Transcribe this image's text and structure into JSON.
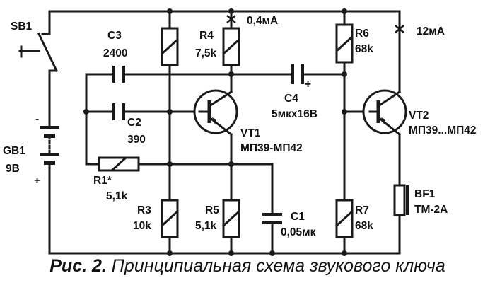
{
  "components": {
    "sb1": "SB1",
    "gb1": "GB1",
    "gb1_voltage": "9В",
    "c3": "C3",
    "c3_value": "2400",
    "c2": "C2",
    "c2_value": "390",
    "r1": "R1*",
    "r1_value": "5,1k",
    "r3": "R3",
    "r3_value": "10k",
    "r4": "R4",
    "r4_value": "7,5k",
    "r5": "R5",
    "r5_value": "5,1k",
    "c1": "C1",
    "c1_value": "0,05мк",
    "vt1": "VT1",
    "vt1_type": "МП39-МП42",
    "c4": "C4",
    "c4_value": "5мкх16В",
    "r6": "R6",
    "r6_value": "68k",
    "r7": "R7",
    "r7_value": "68k",
    "vt2": "VT2",
    "vt2_type": "МП39...МП42",
    "bf1": "BF1",
    "bf1_type": "ТМ-2А"
  },
  "currents": {
    "stage1": "0,4мА",
    "stage2": "12мА"
  },
  "polarity": {
    "plus": "+",
    "minus": "-"
  },
  "caption": {
    "prefix": "Рис. 2.",
    "text": "Принципиальная схема звукового ключа"
  }
}
